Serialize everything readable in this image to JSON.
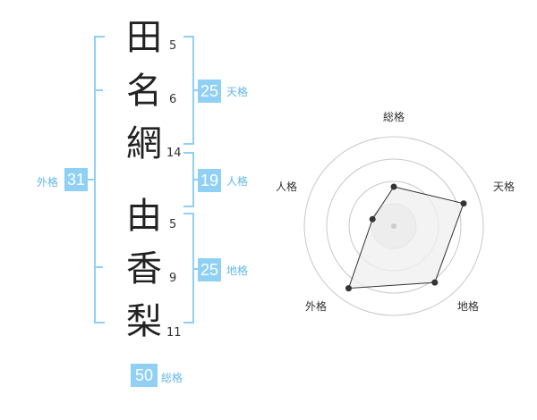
{
  "name": {
    "characters": [
      {
        "char": "田",
        "strokes": "5"
      },
      {
        "char": "名",
        "strokes": "6"
      },
      {
        "char": "網",
        "strokes": "14"
      },
      {
        "char": "由",
        "strokes": "5"
      },
      {
        "char": "香",
        "strokes": "9"
      },
      {
        "char": "梨",
        "strokes": "11"
      }
    ]
  },
  "fortune": {
    "gaikaku": {
      "value": "31",
      "label": "外格"
    },
    "tenkaku": {
      "value": "25",
      "label": "天格"
    },
    "jinkaku": {
      "value": "19",
      "label": "人格"
    },
    "chikaku": {
      "value": "25",
      "label": "地格"
    },
    "soukaku": {
      "value": "50",
      "label": "総格"
    }
  },
  "radar": {
    "axes": [
      "総格",
      "天格",
      "地格",
      "外格",
      "人格"
    ],
    "values": [
      0.44,
      0.82,
      0.78,
      0.86,
      0.25
    ],
    "max": 1,
    "rings": 4,
    "fill_color": "#efefef",
    "line_color": "#333333",
    "ring_color": "#c8c8c8"
  },
  "colors": {
    "accent": "#8fd0f4",
    "accent_text": "#63b8e8"
  }
}
